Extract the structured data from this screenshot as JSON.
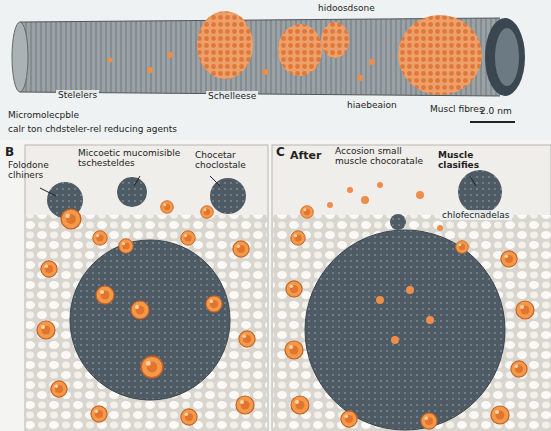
{
  "diagram": {
    "labels": [
      "hidoosdsone",
      "Stelelers",
      "Schelleese",
      "hiaebeaion",
      "Muscl fibres",
      "2.0 nm",
      "Micromolecpble",
      "calr ton chdsteler-rel reducing agents",
      "B",
      "Folodone clhiners",
      "Miccoetic mucomisible tschesteldes",
      "Chocetar choclostale",
      "C",
      "After",
      "Accosion small muscle chocoratale",
      "Muscle clasifies",
      "chlofecnadelas"
    ]
  }
}
